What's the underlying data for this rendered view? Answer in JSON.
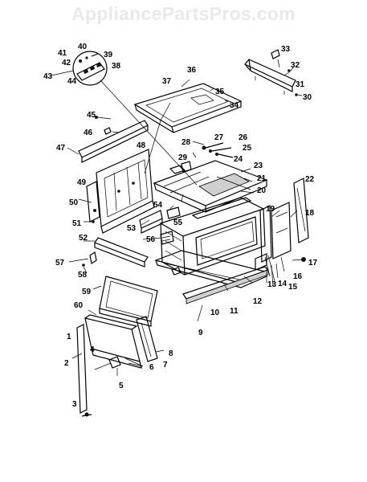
{
  "watermark": "AppliancePartsPros.com",
  "callouts": [
    {
      "id": "c1",
      "text": "1"
    },
    {
      "id": "c2",
      "text": "2"
    },
    {
      "id": "c3",
      "text": "3"
    },
    {
      "id": "c4",
      "text": "4"
    },
    {
      "id": "c5",
      "text": "5"
    },
    {
      "id": "c6",
      "text": "6"
    },
    {
      "id": "c7",
      "text": "7"
    },
    {
      "id": "c8",
      "text": "8"
    },
    {
      "id": "c9",
      "text": "9"
    },
    {
      "id": "c10",
      "text": "10"
    },
    {
      "id": "c11",
      "text": "11"
    },
    {
      "id": "c12",
      "text": "12"
    },
    {
      "id": "c13",
      "text": "13"
    },
    {
      "id": "c14",
      "text": "14"
    },
    {
      "id": "c15",
      "text": "15"
    },
    {
      "id": "c16",
      "text": "16"
    },
    {
      "id": "c17",
      "text": "17"
    },
    {
      "id": "c18",
      "text": "18"
    },
    {
      "id": "c19",
      "text": "19"
    },
    {
      "id": "c20",
      "text": "20"
    },
    {
      "id": "c21",
      "text": "21"
    },
    {
      "id": "c22",
      "text": "22"
    },
    {
      "id": "c23",
      "text": "23"
    },
    {
      "id": "c24",
      "text": "24"
    },
    {
      "id": "c25",
      "text": "25"
    },
    {
      "id": "c26",
      "text": "26"
    },
    {
      "id": "c27",
      "text": "27"
    },
    {
      "id": "c28",
      "text": "28"
    },
    {
      "id": "c29",
      "text": "29"
    },
    {
      "id": "c30",
      "text": "30"
    },
    {
      "id": "c31",
      "text": "31"
    },
    {
      "id": "c32",
      "text": "32"
    },
    {
      "id": "c33",
      "text": "33"
    },
    {
      "id": "c34",
      "text": "34"
    },
    {
      "id": "c35",
      "text": "35"
    },
    {
      "id": "c36",
      "text": "36"
    },
    {
      "id": "c37",
      "text": "37"
    },
    {
      "id": "c38",
      "text": "38"
    },
    {
      "id": "c39",
      "text": "39"
    },
    {
      "id": "c40",
      "text": "40"
    },
    {
      "id": "c41",
      "text": "41"
    },
    {
      "id": "c42",
      "text": "42"
    },
    {
      "id": "c43",
      "text": "43"
    },
    {
      "id": "c44",
      "text": "44"
    },
    {
      "id": "c45",
      "text": "45"
    },
    {
      "id": "c46",
      "text": "46"
    },
    {
      "id": "c47",
      "text": "47"
    },
    {
      "id": "c48",
      "text": "48"
    },
    {
      "id": "c49",
      "text": "49"
    },
    {
      "id": "c50",
      "text": "50"
    },
    {
      "id": "c51",
      "text": "51"
    },
    {
      "id": "c52",
      "text": "52"
    },
    {
      "id": "c53",
      "text": "53"
    },
    {
      "id": "c54",
      "text": "54"
    },
    {
      "id": "c55",
      "text": "55"
    },
    {
      "id": "c56",
      "text": "56"
    },
    {
      "id": "c57",
      "text": "57"
    },
    {
      "id": "c58",
      "text": "58"
    },
    {
      "id": "c59",
      "text": "59"
    },
    {
      "id": "c60",
      "text": "60"
    }
  ]
}
